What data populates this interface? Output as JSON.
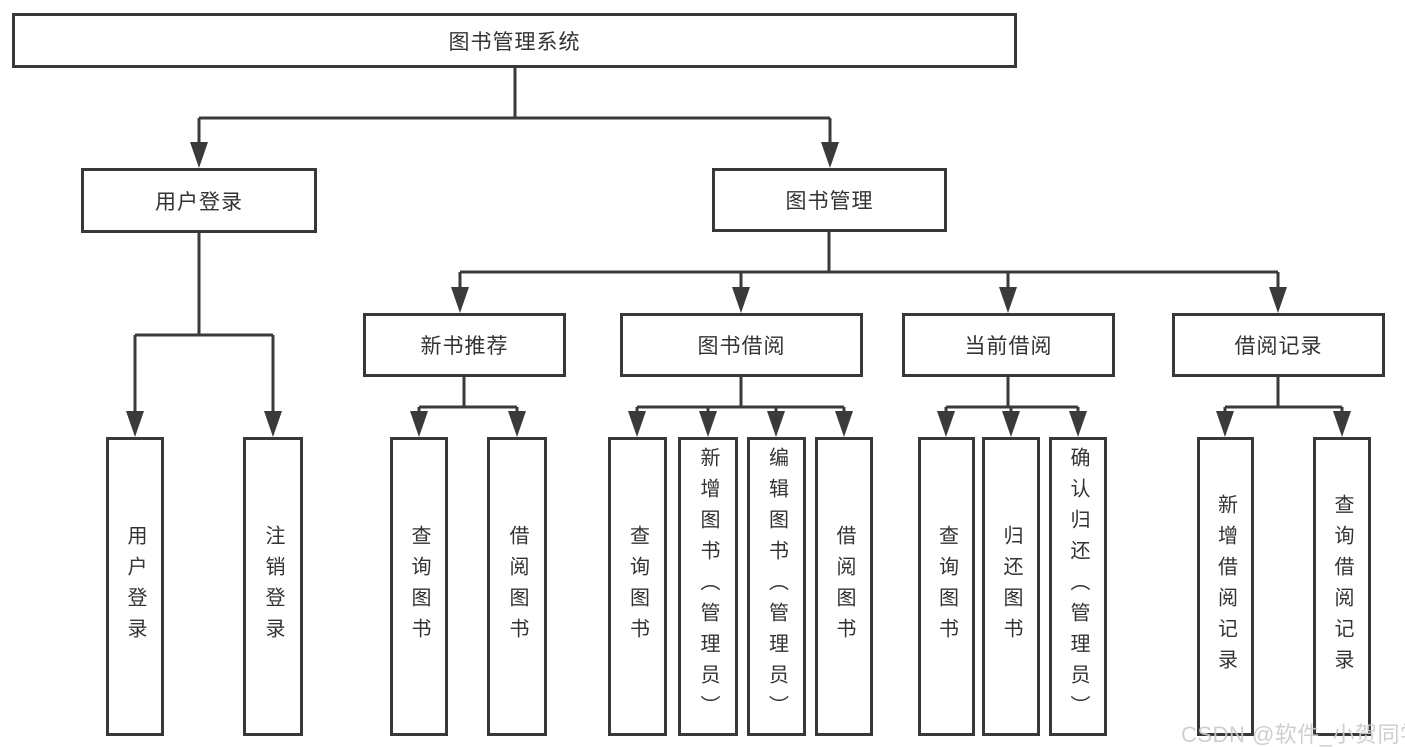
{
  "colors": {
    "line": "#3a3a3a",
    "box_border": "#383838",
    "text": "#333333",
    "background": "#ffffff",
    "watermark": "#cbcbcb"
  },
  "watermark": {
    "text": "CSDN @软件_小贺同学"
  },
  "tree": {
    "label": "图书管理系统",
    "children": [
      {
        "label": "用户登录",
        "children": [
          {
            "label": "用户登录"
          },
          {
            "label": "注销登录"
          }
        ]
      },
      {
        "label": "图书管理",
        "children": [
          {
            "label": "新书推荐",
            "children": [
              {
                "label": "查询图书"
              },
              {
                "label": "借阅图书"
              }
            ]
          },
          {
            "label": "图书借阅",
            "children": [
              {
                "label": "查询图书"
              },
              {
                "label": "新增图书（管理员）"
              },
              {
                "label": "编辑图书（管理员）"
              },
              {
                "label": "借阅图书"
              }
            ]
          },
          {
            "label": "当前借阅",
            "children": [
              {
                "label": "查询图书"
              },
              {
                "label": "归还图书"
              },
              {
                "label": "确认归还（管理员）"
              }
            ]
          },
          {
            "label": "借阅记录",
            "children": [
              {
                "label": "新增借阅记录"
              },
              {
                "label": "查询借阅记录"
              }
            ]
          }
        ]
      }
    ]
  }
}
